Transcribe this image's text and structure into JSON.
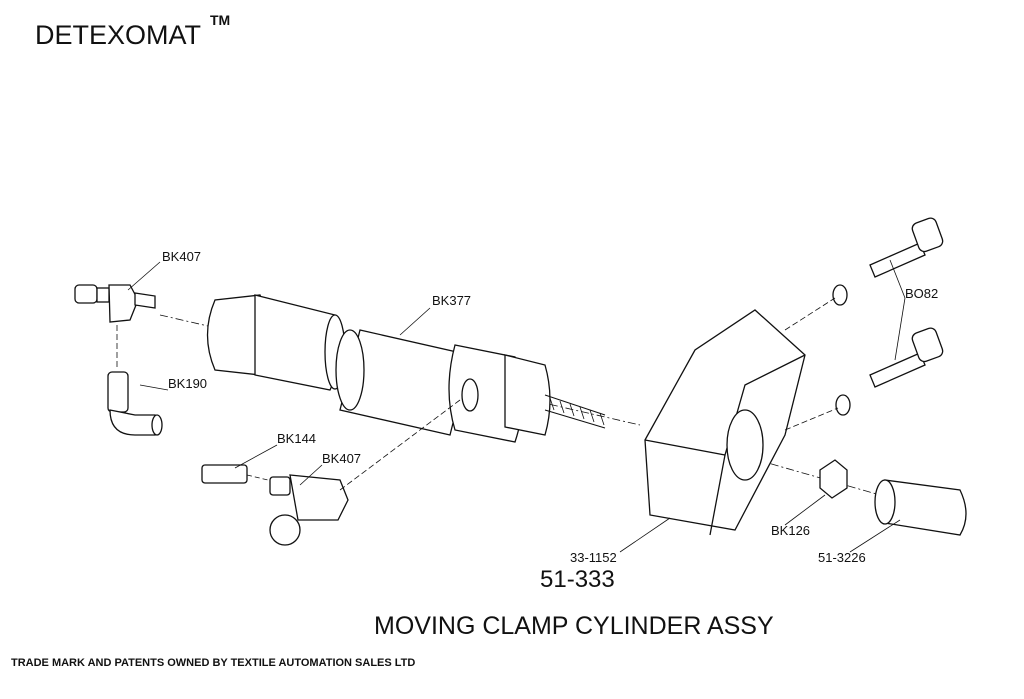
{
  "header": {
    "brand": "DETEXOMAT",
    "trademark": "TM"
  },
  "diagram": {
    "callouts": {
      "bk407_top": "BK407",
      "bo82": "BO82",
      "bk377": "BK377",
      "bk190": "BK190",
      "bk144": "BK144",
      "bk407_bottom": "BK407",
      "bk126": "BK126",
      "block": "33-1152",
      "sleeve": "51-3226"
    },
    "assembly_number": "51-333",
    "assembly_title": "MOVING CLAMP CYLINDER ASSY"
  },
  "footer": {
    "notice": "TRADE MARK AND PATENTS OWNED BY TEXTILE AUTOMATION SALES LTD"
  }
}
